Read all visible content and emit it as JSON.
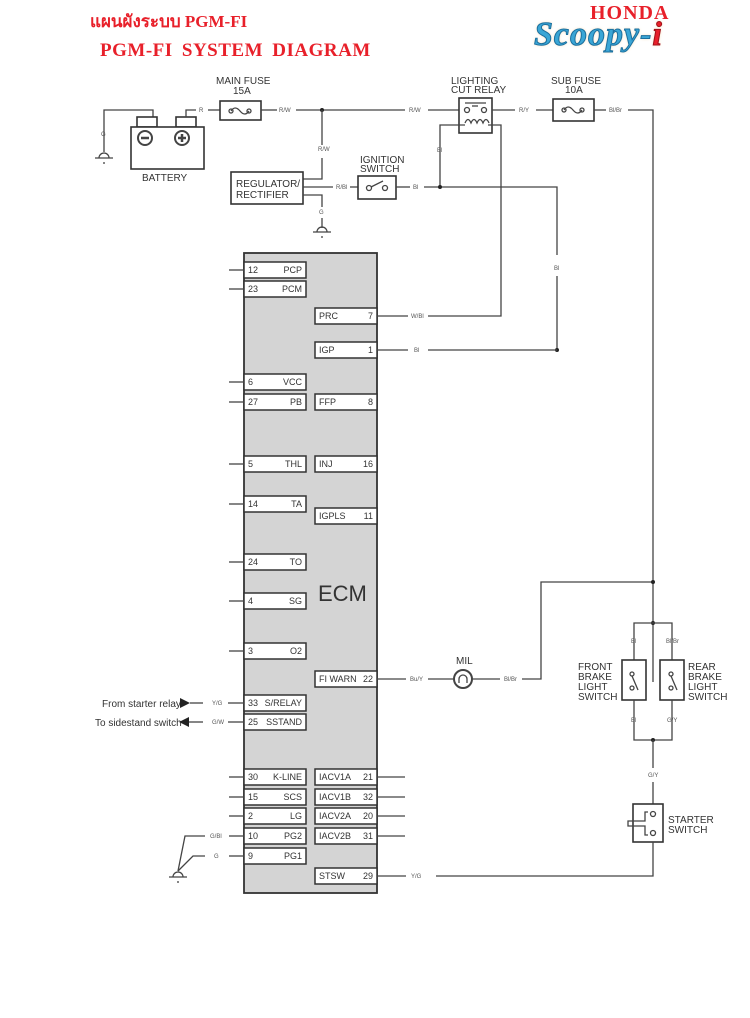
{
  "header": {
    "title_thai": "แผนผังระบบ PGM-FI",
    "title_english": "PGM-FI  SYSTEM  DIAGRAM",
    "brand": "HONDA",
    "model_main": "Scoopy-",
    "model_suffix": "i"
  },
  "colors": {
    "title_red": "#e8202a",
    "logo_blue": "#3aa6d6",
    "ecm_fill": "#d4d4d4",
    "line": "#444444"
  },
  "components": {
    "main_fuse": {
      "line1": "MAIN FUSE",
      "line2": "15A"
    },
    "lighting_cut_relay": {
      "line1": "LIGHTING",
      "line2": "CUT RELAY"
    },
    "sub_fuse": {
      "line1": "SUB FUSE",
      "line2": "10A"
    },
    "battery": {
      "label": "BATTERY"
    },
    "regulator": {
      "line1": "REGULATOR/",
      "line2": "RECTIFIER"
    },
    "ignition_switch": {
      "line1": "IGNITION",
      "line2": "SWITCH"
    },
    "ecm": {
      "label": "ECM"
    },
    "mil": {
      "label": "MIL"
    },
    "front_brake": {
      "lines": [
        "FRONT",
        "BRAKE",
        "LIGHT",
        "SWITCH"
      ]
    },
    "rear_brake": {
      "lines": [
        "REAR",
        "BRAKE",
        "LIGHT",
        "SWITCH"
      ]
    },
    "starter_switch": {
      "line1": "STARTER",
      "line2": "SWITCH"
    }
  },
  "external_labels": {
    "from_starter_relay": "From starter relay",
    "to_sidestand_switch": "To sidestand switch"
  },
  "wire_colors": {
    "battery_ground": "G",
    "battery_pos": "R",
    "after_main_fuse": "R/W",
    "to_relay": "R/W",
    "reg_up": "R/W",
    "reg_out": "R/Bl",
    "reg_ground": "G",
    "ign_out": "Bl",
    "relay_coil": "Bl",
    "relay_out": "R/Y",
    "sub_fuse_out": "Bl/Br",
    "igp_right": "Bl",
    "prc": "W/Bl",
    "igp": "Bl",
    "fi_warn": "Bu/Y",
    "mil_out": "Bl/Br",
    "front_top": "Bl",
    "rear_top": "Bl/Br",
    "front_bottom": "Bl",
    "rear_bottom": "G/Y",
    "starter_top": "G/Y",
    "s_relay": "Y/G",
    "sstand": "G/W",
    "pg2": "G/Bl",
    "pg1": "G",
    "stsw": "Y/G"
  },
  "ecm_pins_left": [
    {
      "num": "12",
      "name": "PCP"
    },
    {
      "num": "23",
      "name": "PCM"
    },
    {
      "num": "6",
      "name": "VCC"
    },
    {
      "num": "27",
      "name": "PB"
    },
    {
      "num": "5",
      "name": "THL"
    },
    {
      "num": "14",
      "name": "TA"
    },
    {
      "num": "24",
      "name": "TO"
    },
    {
      "num": "4",
      "name": "SG"
    },
    {
      "num": "3",
      "name": "O2"
    },
    {
      "num": "33",
      "name": "S/RELAY"
    },
    {
      "num": "25",
      "name": "SSTAND"
    },
    {
      "num": "30",
      "name": "K-LINE"
    },
    {
      "num": "15",
      "name": "SCS"
    },
    {
      "num": "2",
      "name": "LG"
    },
    {
      "num": "10",
      "name": "PG2"
    },
    {
      "num": "9",
      "name": "PG1"
    }
  ],
  "ecm_pins_right": [
    {
      "num": "7",
      "name": "PRC"
    },
    {
      "num": "1",
      "name": "IGP"
    },
    {
      "num": "8",
      "name": "FFP"
    },
    {
      "num": "16",
      "name": "INJ"
    },
    {
      "num": "11",
      "name": "IGPLS"
    },
    {
      "num": "22",
      "name": "FI WARN"
    },
    {
      "num": "21",
      "name": "IACV1A"
    },
    {
      "num": "32",
      "name": "IACV1B"
    },
    {
      "num": "20",
      "name": "IACV2A"
    },
    {
      "num": "31",
      "name": "IACV2B"
    },
    {
      "num": "29",
      "name": "STSW"
    }
  ]
}
